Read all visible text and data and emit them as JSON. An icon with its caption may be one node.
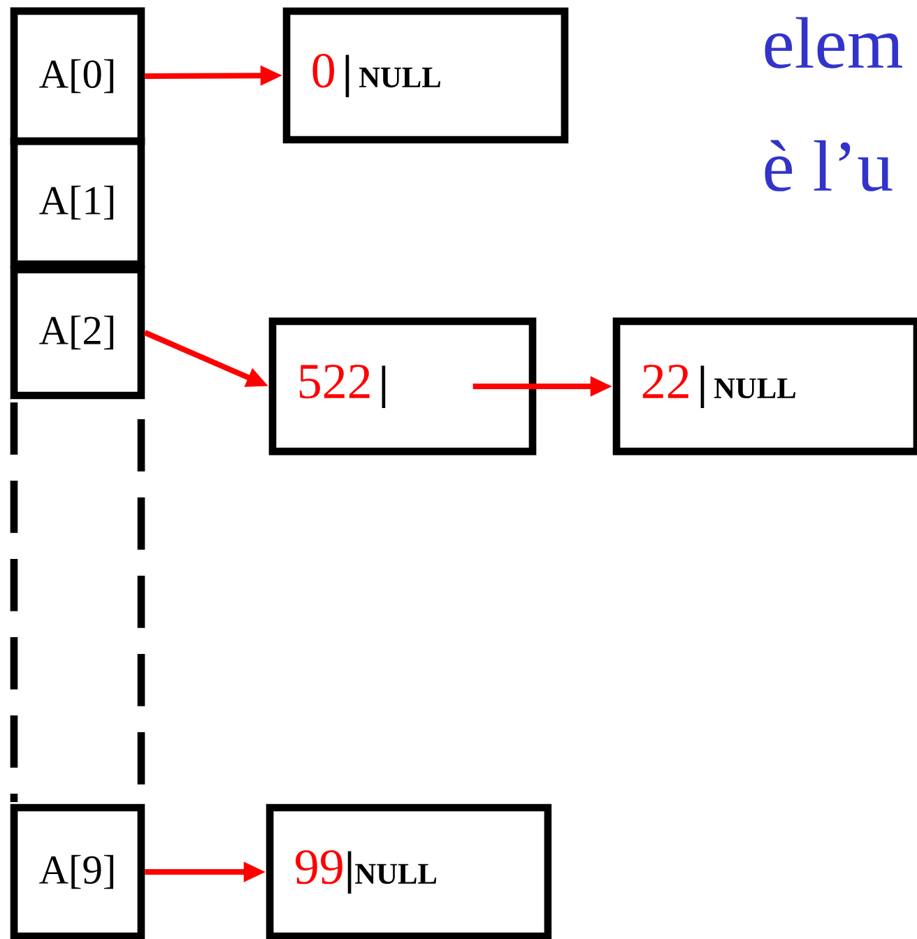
{
  "diagram": {
    "nodes": [
      {
        "text": [
          "A[0]"
        ]
      },
      {
        "text": [
          "A[1]"
        ]
      },
      {
        "text": [
          "A[2]"
        ]
      },
      {
        "text": [
          "A[9]"
        ]
      },
      {
        "text": [
          "0",
          "|",
          "NULL"
        ]
      },
      {
        "text": [
          "522",
          "|"
        ]
      },
      {
        "text": [
          "22",
          "|",
          "NULL"
        ]
      },
      {
        "text": [
          "99",
          "|",
          "NULL"
        ]
      }
    ],
    "edges": [
      {
        "from": 0,
        "to": 4,
        "arrow": "to"
      },
      {
        "from": 2,
        "to": 5,
        "arrow": "to"
      },
      {
        "from": 5,
        "to": 6,
        "arrow": "to"
      },
      {
        "from": 3,
        "to": 7,
        "arrow": "to"
      }
    ],
    "labels": [
      "elem",
      "è l’u"
    ]
  }
}
